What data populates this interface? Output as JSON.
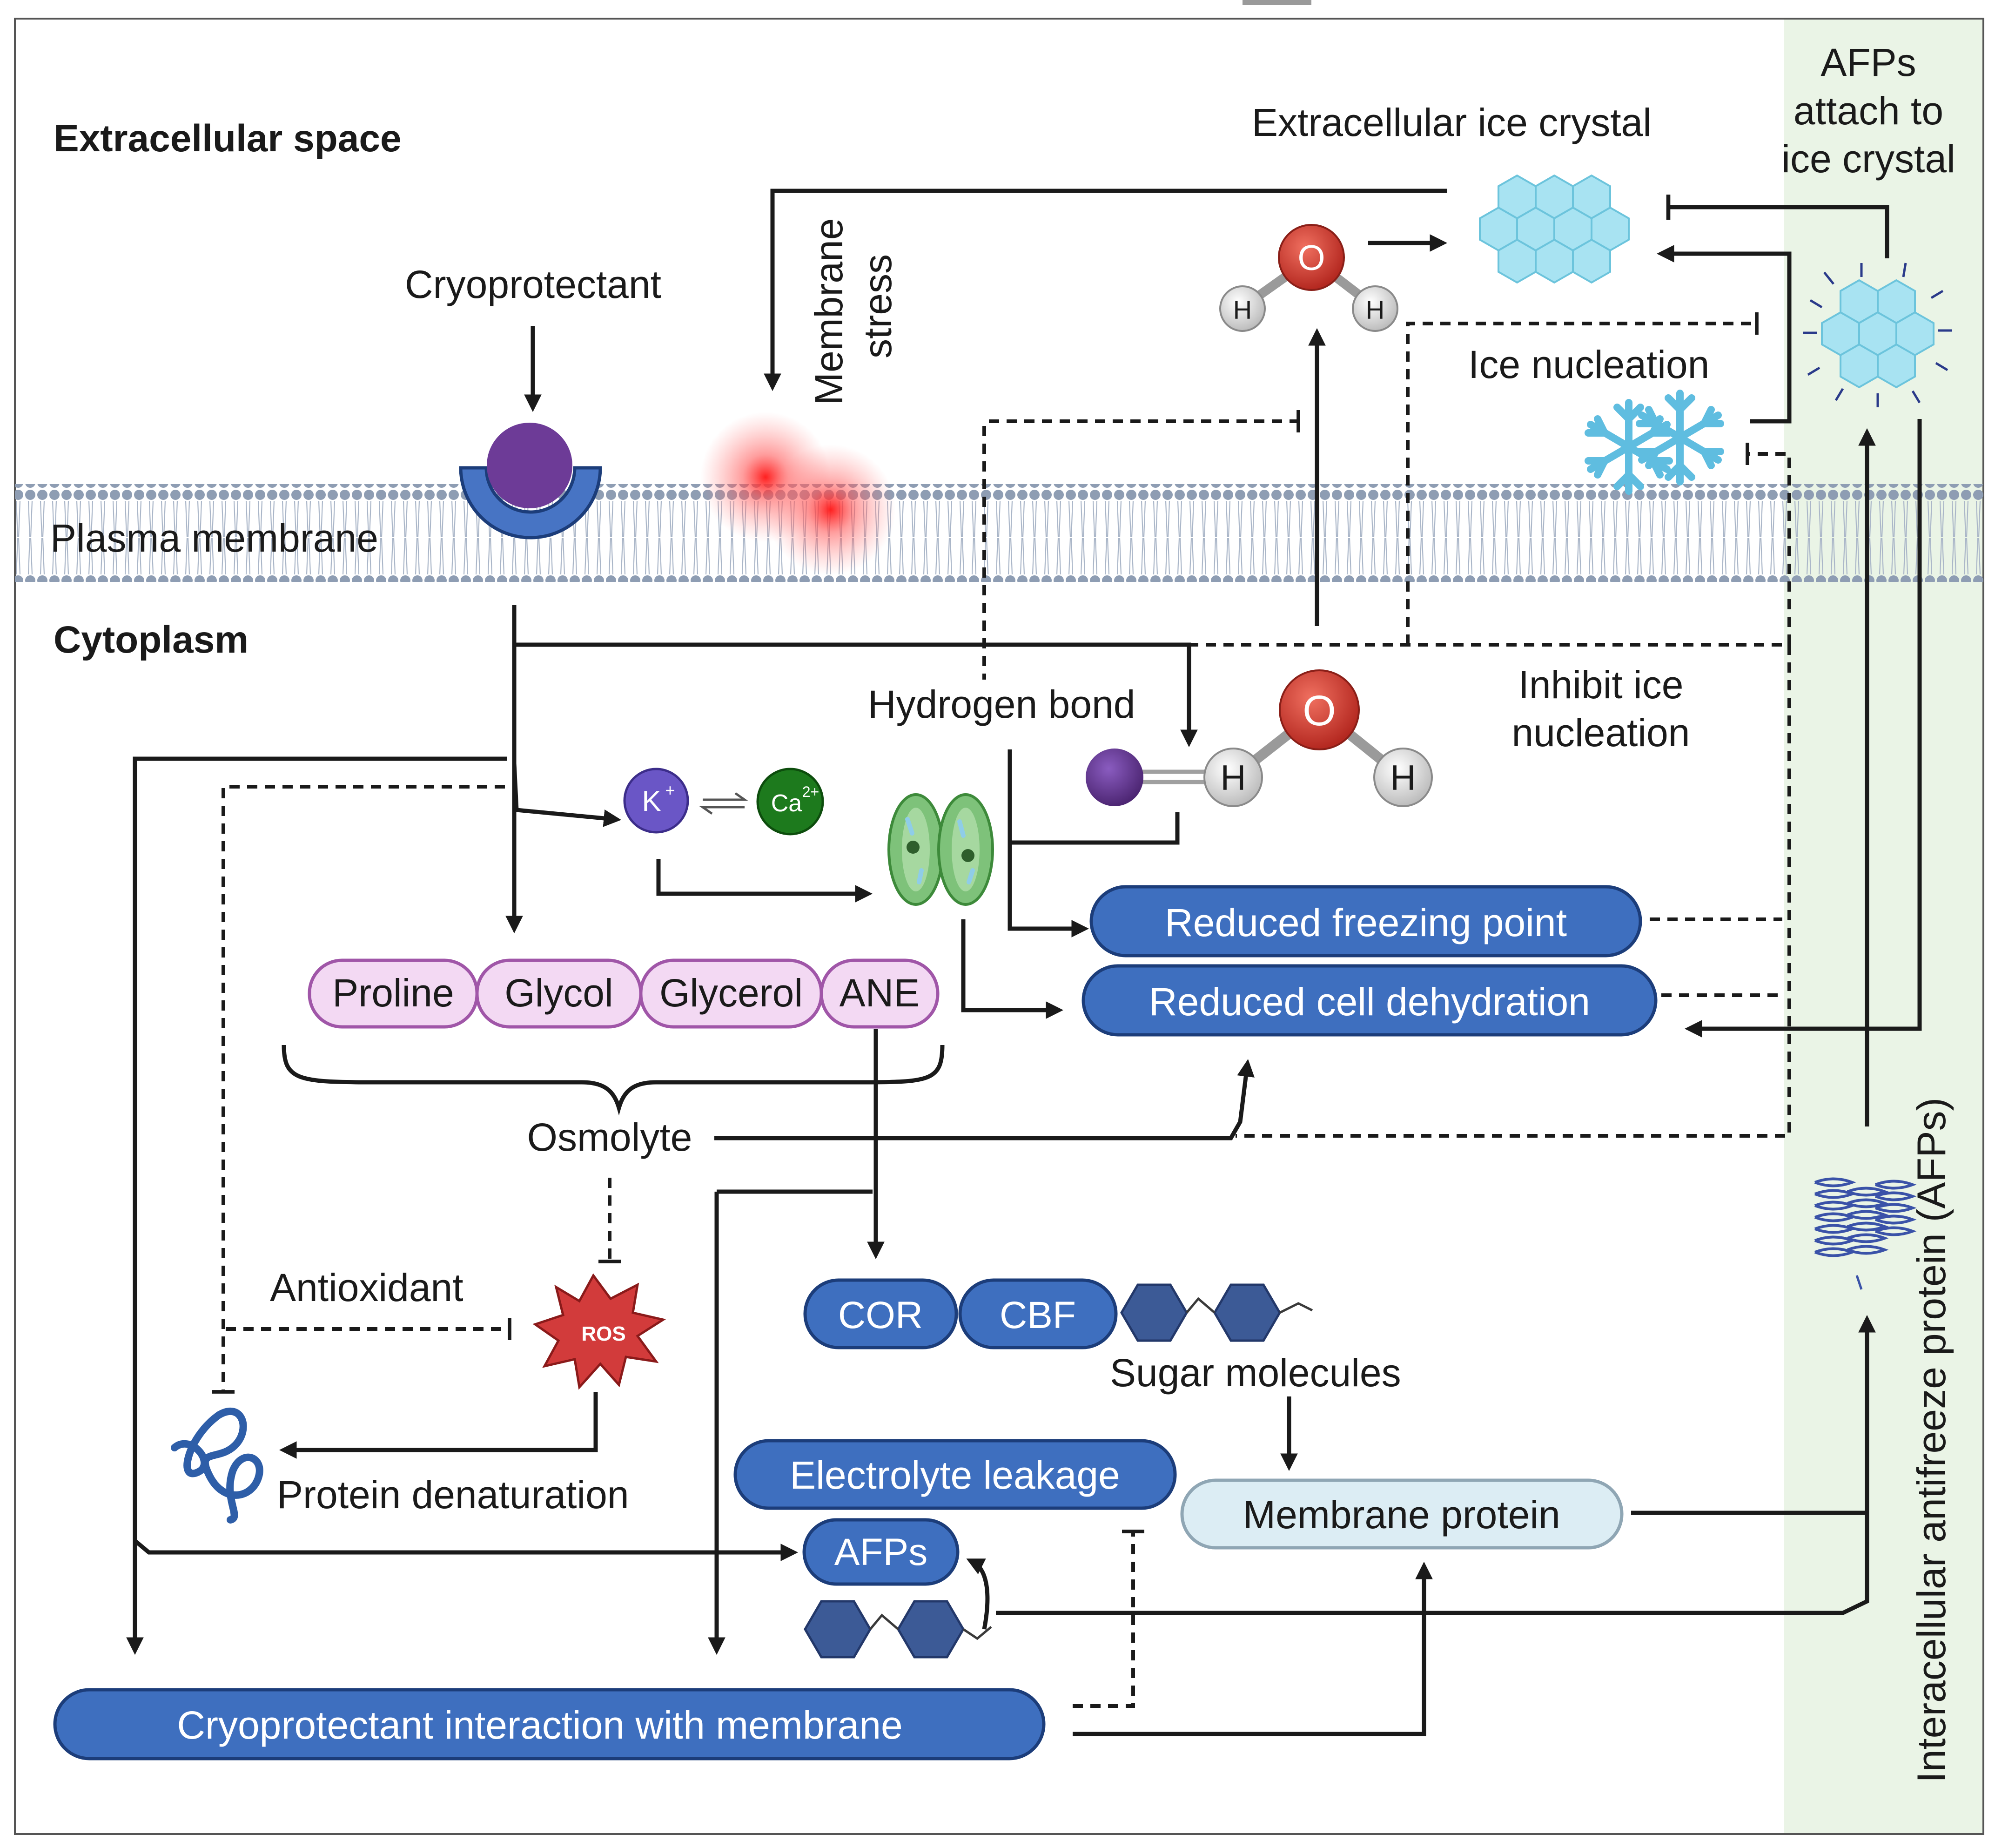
{
  "labels": {
    "extracellular_space": "Extracellular space",
    "extracellular_ice_crystal": "Extracellular ice crystal",
    "afps_attach_line1": "AFPs",
    "afps_attach_line2": "attach to",
    "afps_attach_line3": "ice crystal",
    "membrane_stress_line1": "Membrane",
    "membrane_stress_line2": "stress",
    "cryoprotectant": "Cryoprotectant",
    "ice_nucleation": "Ice nucleation",
    "plasma_membrane": "Plasma membrane",
    "cytoplasm": "Cytoplasm",
    "hydrogen_bond": "Hydrogen bond",
    "inhibit_ice_line1": "Inhibit ice",
    "inhibit_ice_line2": "nucleation",
    "osmolyte": "Osmolyte",
    "antioxidant": "Antioxidant",
    "protein_denaturation": "Protein denaturation",
    "sugar_molecules": "Sugar molecules",
    "interacellular_afp": "Interacellular antifreeze protein (AFPs)"
  },
  "atoms": {
    "oxygen": "O",
    "hydrogen": "H",
    "potassium": "K",
    "potassium_charge": "+",
    "calcium": "Ca",
    "calcium_charge": "2+",
    "ros": "ROS"
  },
  "osmolytes": [
    "Proline",
    "Glycol",
    "Glycerol",
    "ANE"
  ],
  "boxes": {
    "reduced_freezing_point": "Reduced freezing point",
    "reduced_cell_dehydration": "Reduced cell dehydration",
    "cor": "COR",
    "cbf": "CBF",
    "electrolyte_leakage": "Electrolyte leakage",
    "afps": "AFPs",
    "membrane_protein": "Membrane protein",
    "cryoprotectant_interaction": "Cryoprotectant interaction with membrane"
  },
  "colors": {
    "pill_blue": "#3e6fbf",
    "pill_blue_border": "#1c3d7a",
    "pill_light": "#dcedf4",
    "osmolyte_fill": "#f3d9f3",
    "osmolyte_border": "#a056a8",
    "afp_band": "#eaf4e6",
    "membrane_dot": "#8e9db3",
    "ice_blue": "#7fd0e6",
    "oxygen_red": "#c8322a",
    "potassium_purple": "#6a56c6",
    "calcium_green": "#1d7a1d",
    "ros_red": "#d23b3b",
    "cryoprotectant_purple": "#6d3b97",
    "receptor_blue": "#4774c4"
  }
}
